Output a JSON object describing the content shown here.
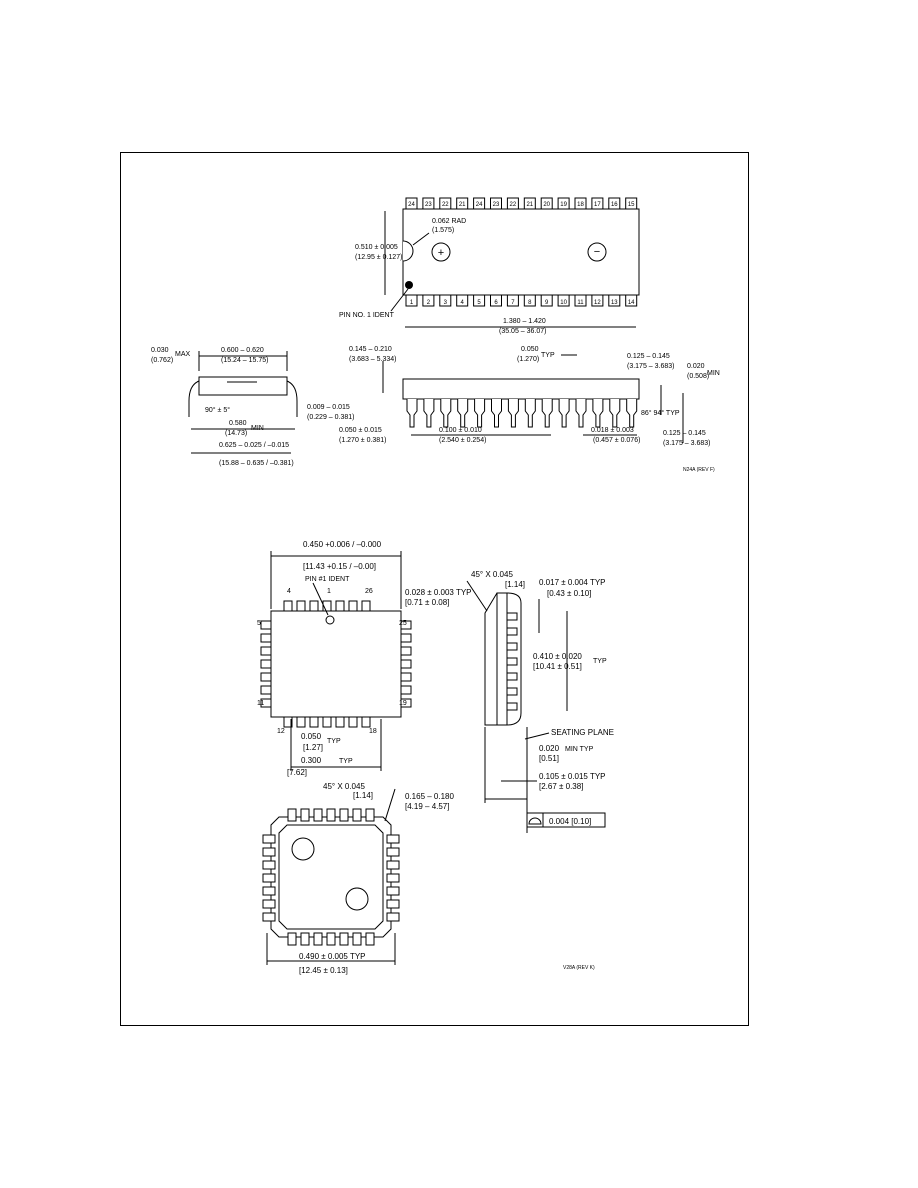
{
  "dip": {
    "top_pins": [
      "24",
      "23",
      "22",
      "21",
      "24",
      "23",
      "22",
      "21",
      "20",
      "19",
      "18",
      "17",
      "16",
      "15"
    ],
    "bottom_pins": [
      "1",
      "2",
      "3",
      "4",
      "5",
      "6",
      "7",
      "8",
      "9",
      "10",
      "11",
      "12",
      "13",
      "14"
    ],
    "rad": "0.062 RAD",
    "rad_mm": "(1.575)",
    "width": "0.510 ± 0.005",
    "width_mm": "(12.95 ± 0.127)",
    "pin1_ident": "PIN NO. 1 IDENT",
    "length": "1.380 – 1.420",
    "length_mm": "(35.05 – 36.07)",
    "side_max": "0.030",
    "side_max_mm": "(0.762)",
    "max_label": "MAX",
    "side_width": "0.600 – 0.620",
    "side_width_mm": "(15.24 – 15.75)",
    "angle": "90° ± 5°",
    "lead_thk": "0.009 – 0.015",
    "lead_thk_mm": "(0.229 – 0.381)",
    "min_span": "0.580",
    "min_span_mm": "(14.73)",
    "min_label": "MIN",
    "overall": "0.625 – 0.025 / –0.015",
    "overall_mm": "(15.88 – 0.635 / –0.381)",
    "height": "0.145 – 0.210",
    "height_mm": "(3.683 – 5.334)",
    "shoulder": "0.050",
    "shoulder_mm": "(1.270)",
    "typ": "TYP",
    "seat": "0.125 – 0.145",
    "seat_mm": "(3.175 – 3.683)",
    "stand": "0.020",
    "stand_mm": "(0.508)",
    "lead_w": "0.050 ± 0.015",
    "lead_w_mm": "(1.270 ± 0.381)",
    "pitch": "0.100 ± 0.010",
    "pitch_mm": "(2.540 ± 0.254)",
    "angle2": "86° 94° TYP",
    "lead_d": "0.018 ± 0.003",
    "lead_d_mm": "(0.457 ± 0.076)",
    "seat2": "0.125 – 0.145",
    "seat2_mm": "(3.175 – 3.683)",
    "figure_code": "N24A (REV F)"
  },
  "plcc": {
    "body": "0.450 +0.006 / –0.000",
    "body_mm": "[11.43 +0.15 / –0.00]",
    "pin1_ident": "PIN #1 IDENT",
    "pin_labels": {
      "p4": "4",
      "p1": "1",
      "p26": "26",
      "p25": "25",
      "p5": "5",
      "p11": "11",
      "p19": "19",
      "p12": "12",
      "p18": "18"
    },
    "lead_w": "0.028 ± 0.003 TYP",
    "lead_w_mm": "[0.71 ± 0.08]",
    "pitch": "0.050",
    "pitch_mm": "[1.27]",
    "typ": "TYP",
    "span": "0.300",
    "span_mm": "[7.62]",
    "chamfer": "45° X 0.045",
    "chamfer_mm": "[1.14]",
    "lead_t": "0.017 ± 0.004 TYP",
    "lead_t_mm": "[0.43 ± 0.10]",
    "center": "0.410 ± 0.020",
    "center_mm": "[10.41 ± 0.51]",
    "seating": "SEATING PLANE",
    "standoff": "0.020",
    "standoff_mm": "[0.51]",
    "min_typ": "MIN TYP",
    "height": "0.105 ± 0.015 TYP",
    "height_mm": "[2.67 ± 0.38]",
    "total": "0.165 – 0.180",
    "total_mm": "[4.19 – 4.57]",
    "chamfer2": "45° X 0.045",
    "chamfer2_mm": "[1.14]",
    "outer": "0.490 ± 0.005 TYP",
    "outer_mm": "[12.45 ± 0.13]",
    "tolerance_value": "0.004 [0.10]",
    "figure_code": "V28A (REV K)"
  }
}
